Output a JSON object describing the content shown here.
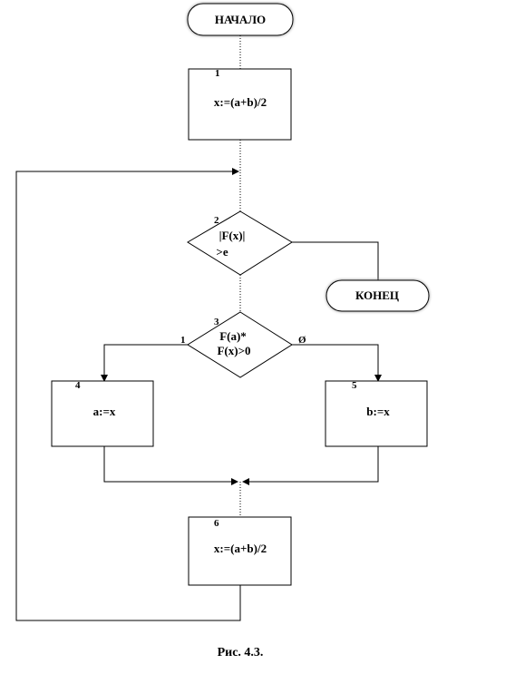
{
  "start_label": "НАЧАЛО",
  "end_label": "КОНЕЦ",
  "blocks": {
    "b1": {
      "num": "1",
      "text": "x:=(a+b)/2"
    },
    "b2": {
      "num": "2",
      "line1": "|F(x)|",
      "line2": ">e"
    },
    "b3": {
      "num": "3",
      "line1": "F(a)*",
      "line2": "F(x)>0",
      "yes": "1",
      "no": "Ø"
    },
    "b4": {
      "num": "4",
      "text": "a:=x"
    },
    "b5": {
      "num": "5",
      "text": "b:=x"
    },
    "b6": {
      "num": "6",
      "text": "x:=(a+b)/2"
    }
  },
  "caption": "Рис. 4.3."
}
